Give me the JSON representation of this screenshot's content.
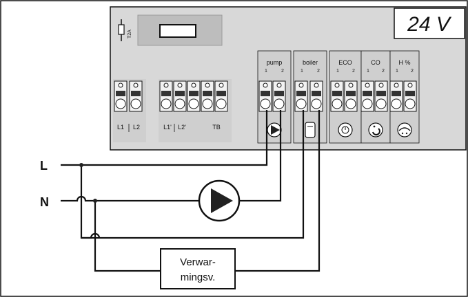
{
  "diagram": {
    "voltage_label": "24 V",
    "fuse_label": "T2A",
    "line_labels": {
      "live": "L",
      "neutral": "N"
    },
    "terminal_groups": [
      {
        "name": "mains-in",
        "sublabels": [
          "L1",
          "L2"
        ]
      },
      {
        "name": "mains-out",
        "sublabels": [
          "L1'",
          "L2'"
        ]
      },
      {
        "name": "tb",
        "label": "TB"
      }
    ],
    "outputs": [
      {
        "name": "pump",
        "label": "pump",
        "pins": [
          "1",
          "2"
        ]
      },
      {
        "name": "boiler",
        "label": "boiler",
        "pins": [
          "1",
          "2"
        ]
      },
      {
        "name": "eco",
        "label": "ECO",
        "pins": [
          "1",
          "2"
        ]
      },
      {
        "name": "co",
        "label": "CO",
        "pins": [
          "1",
          "2"
        ]
      },
      {
        "name": "humidity",
        "label": "H %",
        "pins": [
          "1",
          "2"
        ]
      }
    ],
    "heater_label_line1": "Verwar-",
    "heater_label_line2": "mingsv."
  }
}
